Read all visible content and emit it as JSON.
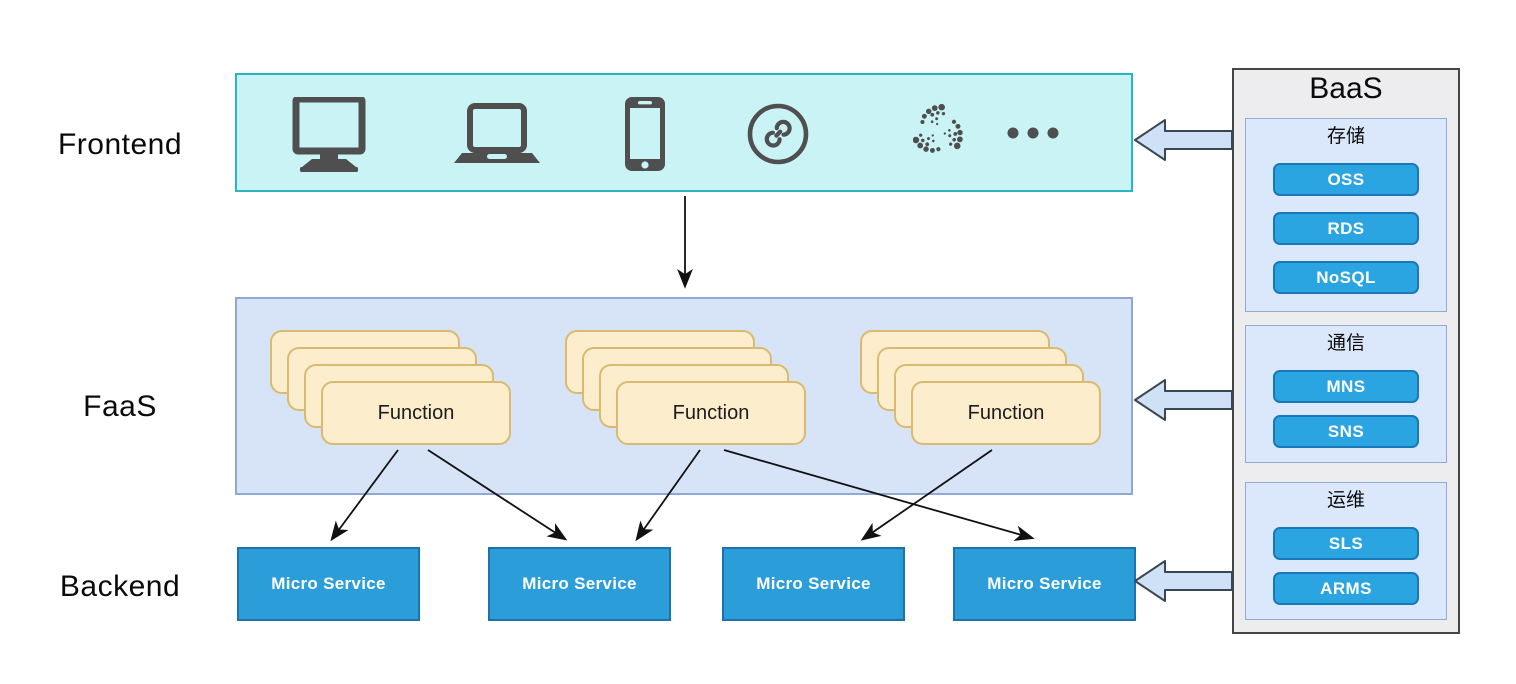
{
  "layers": {
    "frontend": {
      "label": "Frontend",
      "icons": [
        "desktop-icon",
        "laptop-icon",
        "smartphone-icon",
        "mini-program-icon",
        "dot-swirl-icon",
        "more-ellipsis-icon"
      ]
    },
    "faas": {
      "label": "FaaS",
      "functions": [
        "Function",
        "Function",
        "Function"
      ]
    },
    "backend": {
      "label": "Backend",
      "services": [
        "Micro Service",
        "Micro Service",
        "Micro Service",
        "Micro Service"
      ]
    }
  },
  "baas": {
    "title": "BaaS",
    "groups": [
      {
        "title": "存储",
        "items": [
          "OSS",
          "RDS",
          "NoSQL"
        ]
      },
      {
        "title": "通信",
        "items": [
          "MNS",
          "SNS"
        ]
      },
      {
        "title": "运维",
        "items": [
          "SLS",
          "ARMS"
        ]
      }
    ]
  },
  "colors": {
    "frontend_fill": "#c9f3f4",
    "frontend_border": "#2ab6c0",
    "faas_fill": "#d7e3f7",
    "faas_border": "#8ea9d4",
    "function_fill": "#fceecd",
    "function_border": "#d9ba70",
    "microservice_fill": "#2b9dd8",
    "microservice_border": "#1e72ab",
    "baas_panel_fill": "#ededef",
    "baas_group_fill": "#dbe8fb",
    "service_button_fill": "#2aa5e1",
    "service_button_border": "#1b78b6",
    "block_arrow_fill": "#cfe1f7",
    "icon_color": "#4f4f4f",
    "connector_color": "#111111"
  }
}
